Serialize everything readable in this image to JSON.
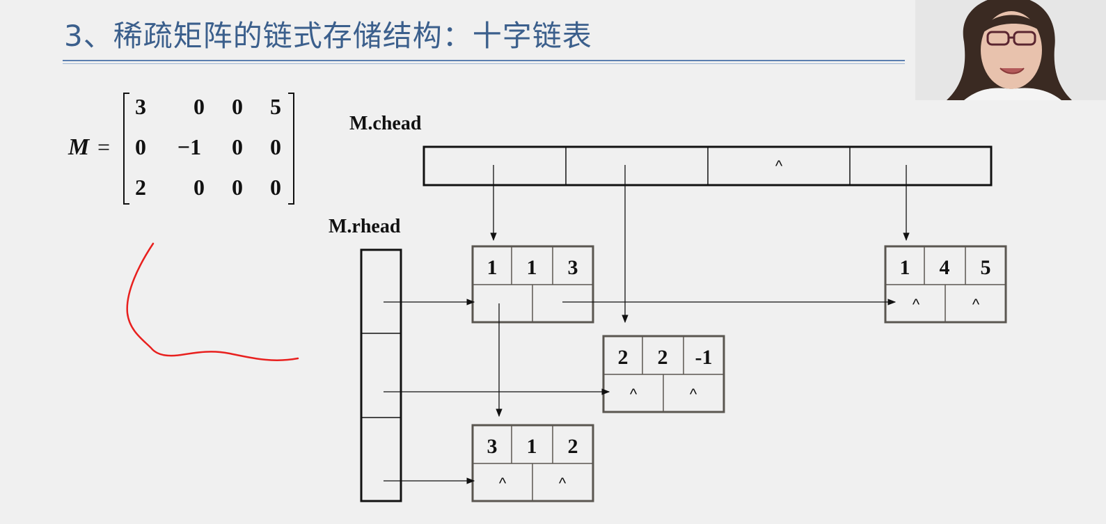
{
  "slide": {
    "title": "3、稀疏矩阵的链式存储结构：十字链表"
  },
  "matrix": {
    "name": "M",
    "equals": "=",
    "rows": [
      [
        "3",
        "0",
        "0",
        "5"
      ],
      [
        "0",
        "−1",
        "0",
        "0"
      ],
      [
        "2",
        "0",
        "0",
        "0"
      ]
    ]
  },
  "diagram": {
    "chead_label": "M.chead",
    "rhead_label": "M.rhead",
    "null_symbol": "^",
    "chead_cells": [
      "",
      "",
      "^",
      ""
    ],
    "nodes": [
      {
        "id": "n11",
        "row": "1",
        "col": "1",
        "val": "3",
        "right": "",
        "down": ""
      },
      {
        "id": "n14",
        "row": "1",
        "col": "4",
        "val": "5",
        "right": "^",
        "down": "^"
      },
      {
        "id": "n22",
        "row": "2",
        "col": "2",
        "val": "-1",
        "right": "^",
        "down": "^"
      },
      {
        "id": "n31",
        "row": "3",
        "col": "1",
        "val": "2",
        "right": "^",
        "down": "^"
      }
    ]
  },
  "colors": {
    "title": "#3b5f8c",
    "node_border": "#5a5650",
    "annotation": "#e8201e",
    "background": "#f0f0f0"
  }
}
